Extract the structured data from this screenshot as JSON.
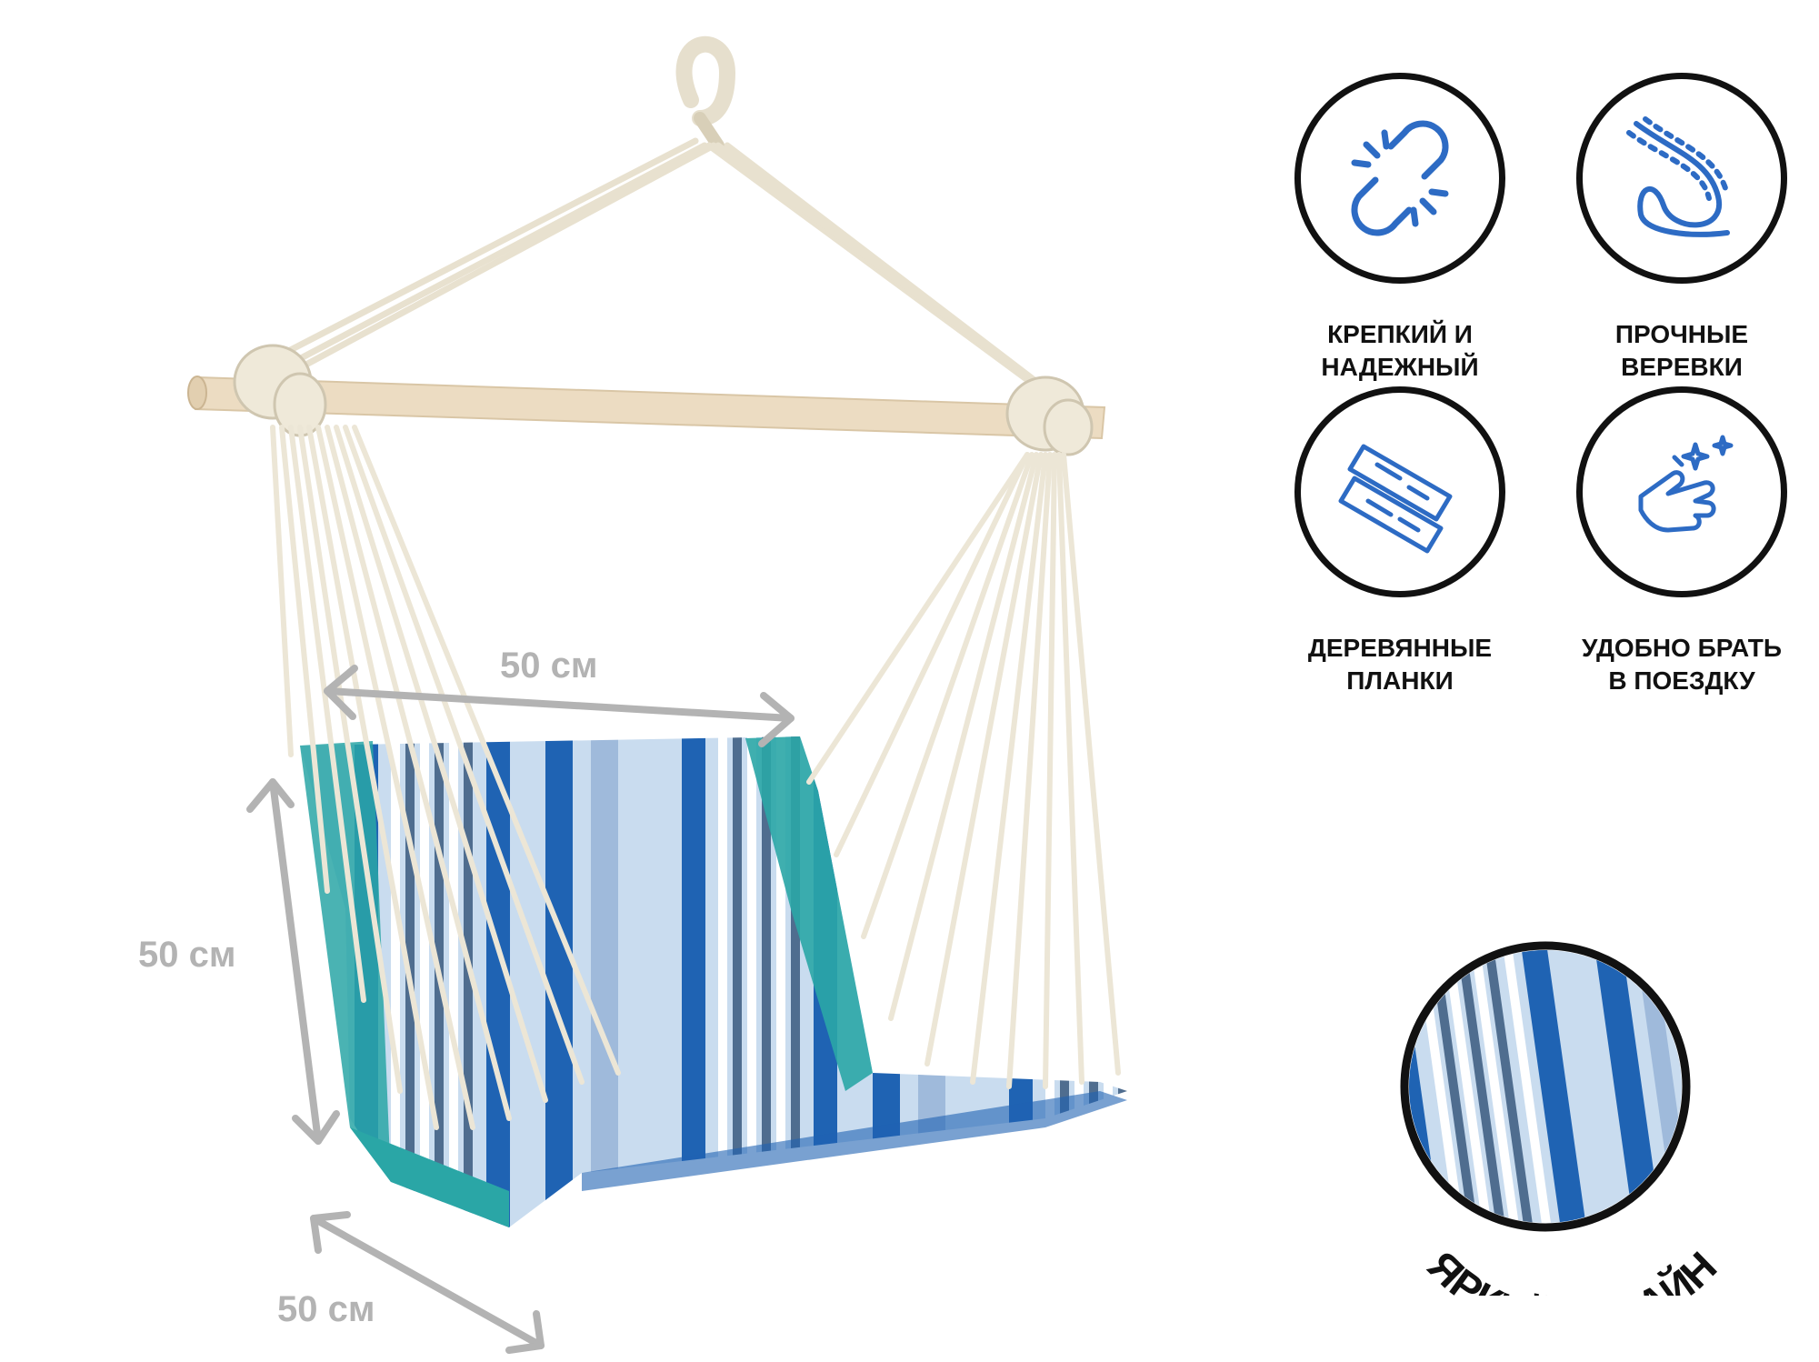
{
  "dimensions": {
    "width_label": "50 см",
    "height_label": "50 см",
    "depth_label": "50 см"
  },
  "features": [
    {
      "icon": "broken-chain-icon",
      "line1": "КРЕПКИЙ И",
      "line2": "НАДЕЖНЫЙ"
    },
    {
      "icon": "rope-icon",
      "line1": "ПРОЧНЫЕ",
      "line2": "ВЕРЕВКИ"
    },
    {
      "icon": "wooden-planks-icon",
      "line1": "ДЕРЕВЯННЫЕ",
      "line2": "ПЛАНКИ"
    },
    {
      "icon": "snap-fingers-icon",
      "line1": "УДОБНО БРАТЬ",
      "line2": "В ПОЕЗДКУ"
    }
  ],
  "design_badge": {
    "label": "ЯРКИЙ ДИЗАЙН"
  },
  "colors": {
    "icon_blue": "#2d6bc4",
    "circle_border": "#111111",
    "dimension_gray": "#b3b3b3",
    "stripe_blue": "#1f63b3",
    "teal": "#2aa6a6",
    "rope": "#ece6d6",
    "wood": "#ecdcc2"
  }
}
